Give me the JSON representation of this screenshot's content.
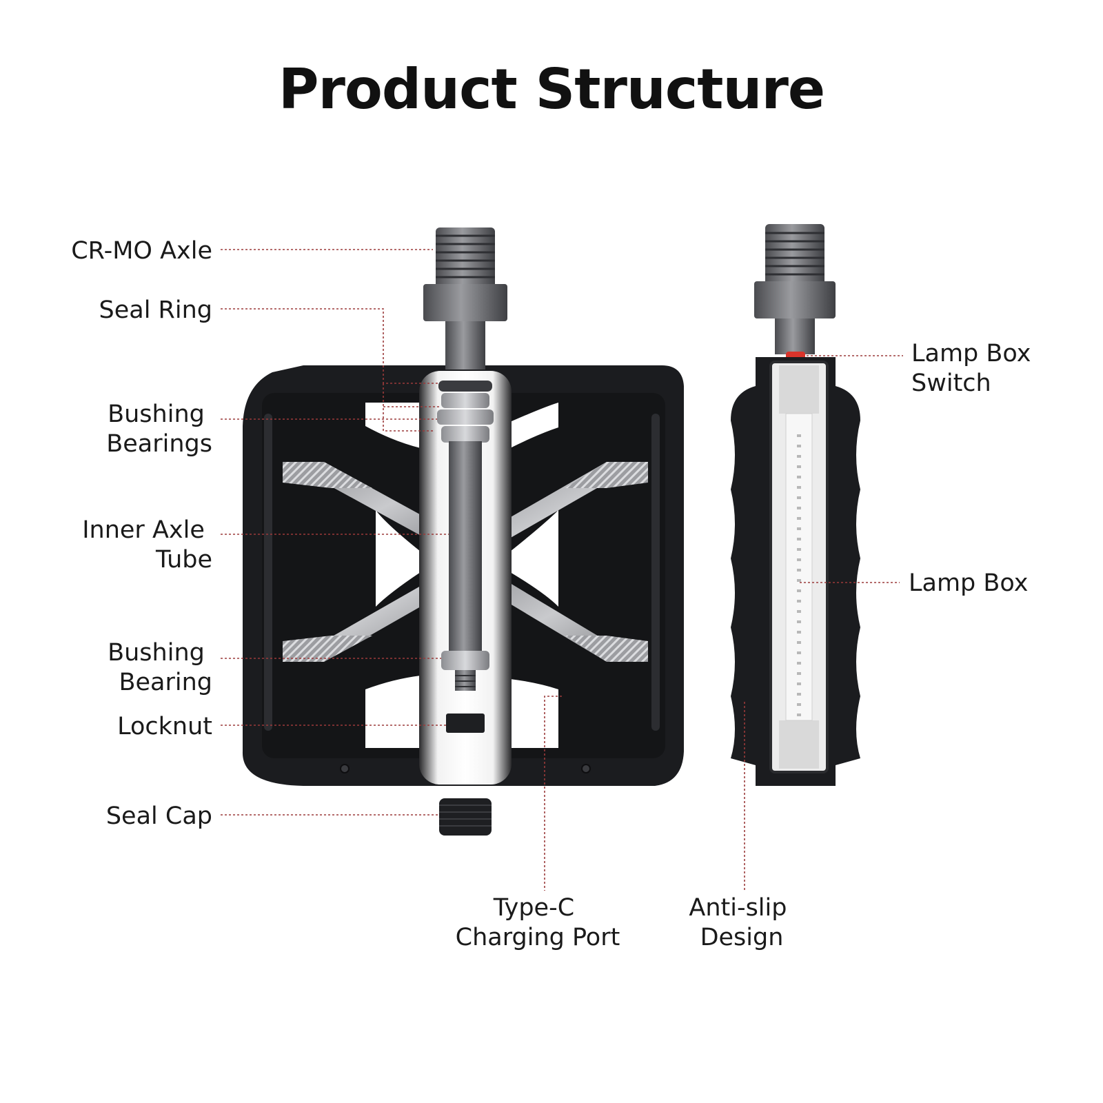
{
  "title": "Product Structure",
  "labels": {
    "crmo_axle": [
      "CR-MO Axle"
    ],
    "seal_ring": [
      "Seal Ring"
    ],
    "bushing_bearings": [
      "Bushing",
      "Bearings"
    ],
    "inner_axle_tube": [
      "Inner Axle",
      "Tube"
    ],
    "bushing_bearing": [
      "Bushing",
      "Bearing"
    ],
    "locknut": [
      "Locknut"
    ],
    "seal_cap": [
      "Seal Cap"
    ],
    "typec_port": [
      "Type-C",
      "Charging Port"
    ],
    "anti_slip": [
      "Anti-slip",
      "Design"
    ],
    "lamp_box_switch": [
      "Lamp Box",
      "Switch"
    ],
    "lamp_box": [
      "Lamp Box"
    ]
  },
  "colors": {
    "leader_line": "#9b3a3a",
    "pedal_body": "#1b1c1f",
    "axle_metal": "#6f7074",
    "switch_accent": "#d9342b",
    "lamp_white": "#ececec"
  }
}
